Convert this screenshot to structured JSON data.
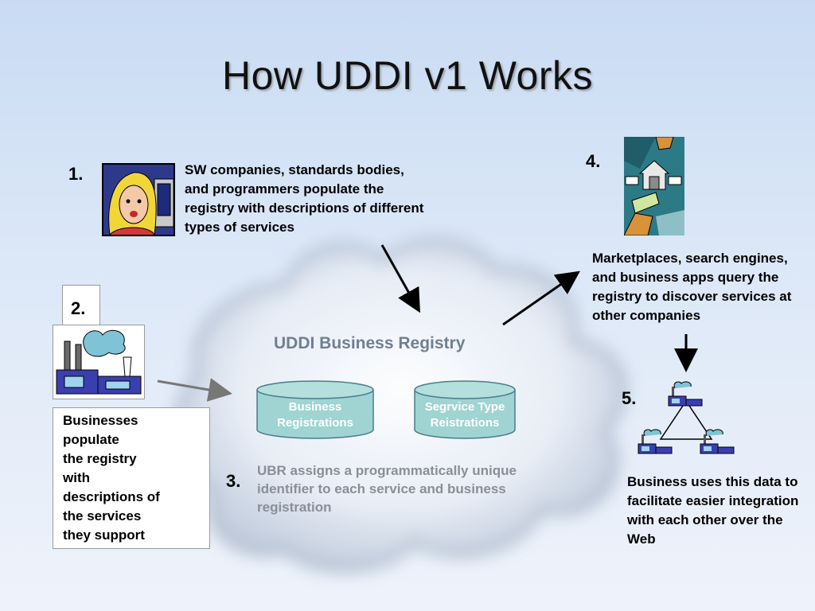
{
  "title": "How UDDI v1 Works",
  "steps": {
    "s1": {
      "num": "1.",
      "text": "SW companies, standards bodies, and programmers populate the registry with descriptions of different types of services"
    },
    "s2": {
      "num": "2.",
      "text_lines": [
        "Businesses",
        "populate",
        "the registry",
        "with",
        "descriptions of",
        "the services",
        "they support"
      ]
    },
    "s3": {
      "num": "3.",
      "text": "UBR assigns a programmatically unique identifier to each service and business registration"
    },
    "s4": {
      "num": "4.",
      "text": "Marketplaces, search engines, and business apps query the registry to discover services at other companies"
    },
    "s5": {
      "num": "5.",
      "text": "Business uses this data to facilitate easier integration with each other over the Web"
    }
  },
  "registry": {
    "label": "UDDI Business Registry",
    "db1": [
      "Business",
      "Registrations"
    ],
    "db2": [
      "Segrvice Type",
      "Reistrations"
    ]
  },
  "colors": {
    "cylinder": "#9fd4d2",
    "cylinder_stroke": "#4a7c8a",
    "registry_text": "#6f7f92",
    "ubr_text": "#8a8f97"
  },
  "icons": {
    "step1": "woman-at-computer-icon",
    "step2": "factory-icon",
    "step4": "exchange-hands-icon",
    "step5": "factory-network-icon"
  }
}
